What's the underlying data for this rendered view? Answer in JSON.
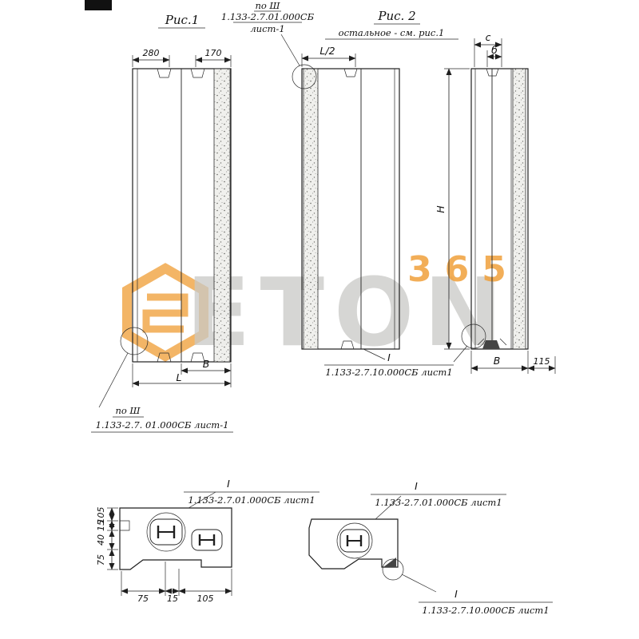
{
  "colors": {
    "ink": "#1f1f1f",
    "accent_orange": "#f0a13c",
    "watermark_gray": "#c9c9c6"
  },
  "watermark": {
    "brand": "ETON",
    "number": "365"
  },
  "top_callout": {
    "view": "по Ш",
    "doc": "1.133-2.7.01.000СБ",
    "sheet": "лист-1"
  },
  "fig1": {
    "title": "Рис.1",
    "dim_top_left": "280",
    "dim_top_right": "170",
    "dim_width_b": "В",
    "dim_length": "L",
    "bottom_callout": {
      "view": "по Ш",
      "doc": "1.133-2.7. 01.000СБ  лист-1"
    }
  },
  "fig_mid": {
    "dim_half_length": "L/2",
    "section_ref": {
      "num": "I",
      "doc": "1.133-2.7.10.000СБ лист1"
    }
  },
  "fig2": {
    "title": "Рис. 2",
    "note": "остальное - см. рис.1",
    "dim_c": "с",
    "dim_b": "б",
    "dim_height": "Н",
    "dim_width_b": "В",
    "dim_115": "115"
  },
  "detail_left": {
    "ref": {
      "num": "I",
      "doc": "1.133-2.7.01.000СБ лист1"
    },
    "dims_v": {
      "d105": "105",
      "d15": "15",
      "d40": "40",
      "d75": "75"
    },
    "dims_h": {
      "d75": "75",
      "d15": "15",
      "d105": "105"
    }
  },
  "detail_right": {
    "ref": {
      "num": "I",
      "doc": "1.133-2.7.01.000СБ лист1"
    },
    "ref_bottom": {
      "num": "I",
      "doc": "1.133-2.7.10.000СБ лист1"
    }
  }
}
